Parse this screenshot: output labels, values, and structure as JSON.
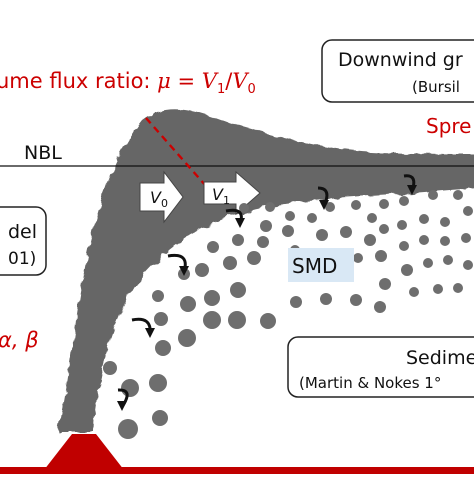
{
  "labels": {
    "flux_ratio_prefix": "ume flux ratio: ",
    "flux_ratio_mu": "μ",
    "flux_ratio_eq": " = ",
    "flux_ratio_v1": "V",
    "flux_ratio_v1_sub": "1",
    "flux_ratio_slash": "/",
    "flux_ratio_v0": "V",
    "flux_ratio_v0_sub": "0",
    "nbl": "NBL",
    "v0": "V",
    "v0_sub": "0",
    "v1": "V",
    "v1_sub": "1",
    "smd": "SMD",
    "downwind_title": "Downwind gr",
    "downwind_ref": "(Bursil",
    "spread": "Spre",
    "model_title": "del",
    "model_ref": "01)",
    "alpha_beta": "α, β",
    "sediment_title": "Sedime",
    "sediment_ref": "(Martin & Nokes 1°"
  },
  "colors": {
    "plume": "#666666",
    "accent_red": "#cc0000",
    "vent_red": "#c00000",
    "particle": "#6e6e6e",
    "arrow_black": "#111111",
    "smd_box": "#d9e8f5"
  }
}
